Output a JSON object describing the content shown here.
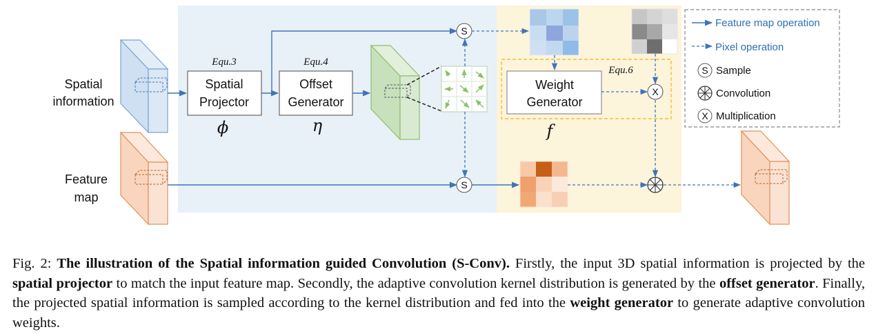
{
  "diagram": {
    "inputs": {
      "spatial_line1": "Spatial",
      "spatial_line2": "information",
      "feature_line1": "Feature",
      "feature_line2": "map"
    },
    "spatial_projector": {
      "eq": "Equ.3",
      "line1": "Spatial",
      "line2": "Projector",
      "symbol": "ϕ"
    },
    "offset_generator": {
      "eq": "Equ.4",
      "line1": "Offset",
      "line2": "Generator",
      "symbol": "η"
    },
    "weight_generator": {
      "eq": "Equ.6",
      "line1": "Weight",
      "line2": "Generator",
      "symbol": "f"
    },
    "ops": {
      "sample": "S",
      "multiply": "X"
    },
    "legend": {
      "feature_map_op": "Feature map operation",
      "pixel_op": "Pixel operation",
      "sample": "Sample",
      "convolution": "Convolution",
      "multiplication": "Multiplication"
    },
    "colors": {
      "blue_panel": "#e8f0f8",
      "yellow_panel": "#fdf4dc",
      "arrow": "#3f74b8",
      "spatial_block": "#dce8f5",
      "feature_block": "#fbe3d3",
      "offset_block": "#d9ead2"
    }
  },
  "caption": {
    "prefix": "Fig. 2: ",
    "title": "The illustration of the Spatial information guided Convolution (S-Conv).",
    "t1": " Firstly, the input 3D spatial information is projected by the ",
    "b1": "spatial projector",
    "t2": " to match the input feature map. Secondly, the adaptive convolution kernel distribution is generated by the ",
    "b2": "offset generator",
    "t3": ". Finally, the projected spatial information is sampled according to the kernel distribution and fed into the ",
    "b3": "weight generator",
    "t4": " to generate adaptive convolution weights."
  }
}
